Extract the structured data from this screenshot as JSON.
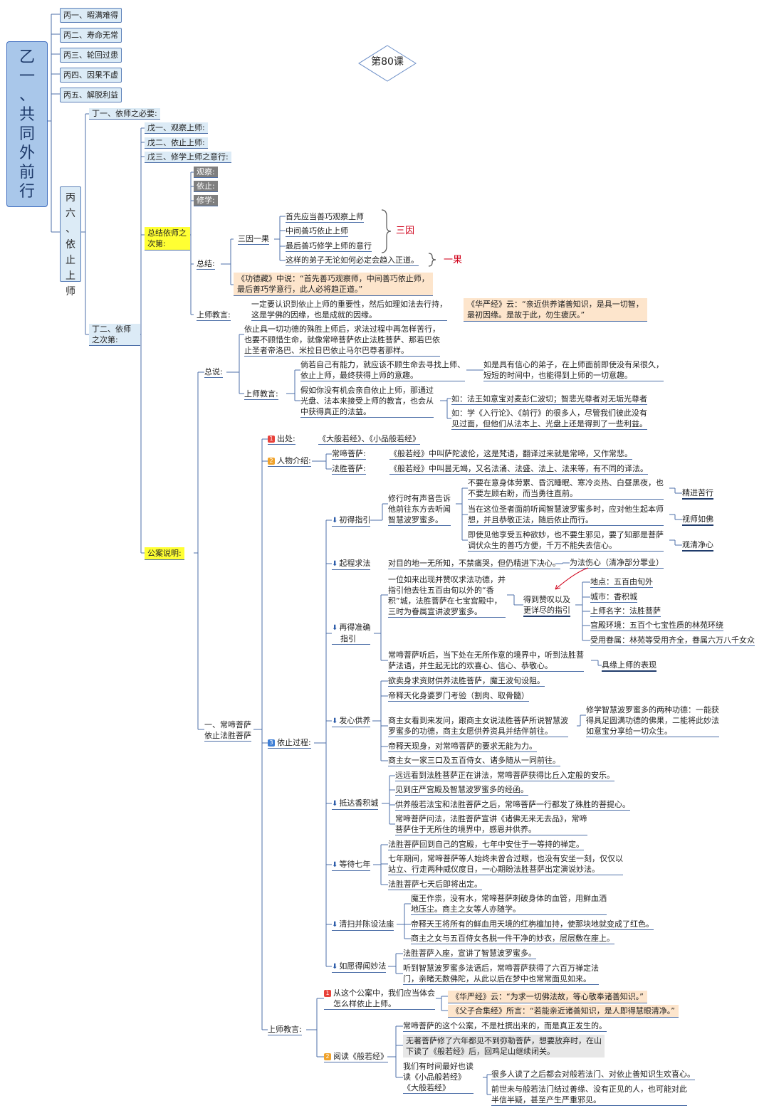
{
  "title": "第80课",
  "left_title": "乙一、共同外前行",
  "bing": [
    "丙一、暇满难得",
    "丙二、寿命无常",
    "丙三、轮回过患",
    "丙四、因果不虚",
    "丙五、解脱利益"
  ],
  "bing6": "丙六、依止上师",
  "ding1": "丁一、依师之必要:",
  "ding2": "丁二、依师之次第:",
  "wu": [
    "戊一、观察上师:",
    "戊二、依止上师:",
    "戊三、修学上师之意行:"
  ],
  "summary": {
    "label": "总结依师之次第:",
    "items": [
      "观察:",
      "依止:",
      "修学:"
    ],
    "zongjie": "总结:",
    "sanyin_label": "三因一果",
    "sanyin": [
      "首先应当善巧观察上师",
      "中间善巧依止上师",
      "最后善巧修学上师的意行"
    ],
    "yiguo": "这样的弟子无论如何必定会趋入正道。",
    "tag_sanyin": "三因",
    "tag_yiguo": "一果",
    "gongde": [
      "《功德藏》中说：“首先善巧观察师，中间善巧依止师，",
      "最后善巧学意行，此人必将趋正道。”"
    ],
    "shangshi_label": "上师教言:",
    "shangshi_text": [
      "一定要认识到依止上师的重要性，然后如理如法去行持，",
      "这是学佛的因缘，也是成就的因缘。"
    ],
    "huayan": [
      "《华严经》云：“亲近供养诸善知识，是具一切智，",
      "最初因缘。是故于此，勿生疲厌。”"
    ]
  },
  "gongan": {
    "label": "公案说明:",
    "zongshuo": "总说:",
    "zongshuo_text": [
      "依止具一切功德的殊胜上师后，求法过程中再怎样苦行，",
      "也要不顾惜生命，就像常啼菩萨依止法胜菩萨、那若巴依",
      "止圣者帝洛巴、米拉日巴依止马尔巴尊者那样。"
    ],
    "jiaoyan_label": "上师教言:",
    "j1": [
      "倘若自己有能力，就应该不顾生命去寻找上师、",
      "依止上师，最终获得上师的意趣。"
    ],
    "j1b": [
      "如是具有信心的弟子，在上师面前即使没有呆很久，",
      "短短的时间中，也能得到上师的一切意趣。"
    ],
    "j2": [
      "假如你没有机会亲自依止上师，那通过",
      "光盘、法本来接受上师的教言，也会从",
      "中获得真正的法益。"
    ],
    "j2a": "如：法王如意宝对麦彭仁波切；智悲光尊者对无垢光尊者",
    "j2b": [
      "如：学《入行论》、《前行》的很多人，尽管我们彼此没有",
      "见过面，但他们从法本上、光盘上还是得到了一些利益。"
    ],
    "case_label": [
      "一、常啼菩萨",
      "依止法胜菩萨"
    ],
    "source_label": "出处:",
    "source": "《大般若经》、《小品般若经》",
    "person_label": "人物介绍:",
    "p1": "常啼菩萨:",
    "p1t": "《般若经》中叫萨陀波伦，这是梵语，翻译过来就是常啼，又作常悲。",
    "p2": "法胜菩萨:",
    "p2t": "《般若经》中叫昙无竭，又名法涌、法盛、法上、法来等，有不同的译法。",
    "process_label": "依止过程:",
    "s1": "初得指引",
    "s1t": [
      "修行时有声音告诉",
      "他前往东方去听闻",
      "智慧波罗蜜多。"
    ],
    "s1a": [
      "不要在意身体劳累、昏沉睡眠、寒冷炎热、白昼黑夜，也",
      "不要左顾右盼，而当勇往直前。"
    ],
    "s1at": "精进苦行",
    "s1b": [
      "当在这位圣者面前听闻智慧波罗蜜多时，应对他生起本师",
      "想，并且恭敬正法，随后依止而行。"
    ],
    "s1bt": "视师如佛",
    "s1c": [
      "即使见他享受五种欲妙，也不要生邪见，要了知那是菩萨",
      "调伏众生的善巧方便，千万不能失去信心。"
    ],
    "s1ct": "观清净心",
    "s2": "起程求法",
    "s2t": "对目的地一无所知，不禁痛哭，但仍精进下决心。",
    "s2n": "为法伤心（清净部分罪业）",
    "s3": [
      "再得准确",
      "指引"
    ],
    "s3t": [
      "一位如来出现并赞叹求法功德，并",
      "指引他去往五百由旬以外的“香",
      "积”城，法胜菩萨在七宝宫殿中，",
      "三时为眷属宣讲波罗蜜多。"
    ],
    "s3g": [
      "得到赞叹以及",
      "更详尽的指引"
    ],
    "s3d": [
      "地点：五百由旬外",
      "城市：香积城",
      "上师名字：法胜菩萨",
      "宫殿环境：五百个七宝性质的林苑环绕",
      "受用眷属：林苑等受用齐全，眷属六万八千女众"
    ],
    "s3e": [
      "常啼菩萨听后，当下处在无所作意的境界中，听到法胜菩",
      "萨法语，并生起无比的欢喜心、信心、恭敬心。"
    ],
    "s3et": "具缘上师的表现",
    "s4": "发心供养",
    "s4a": "欲卖身求资财供养法胜菩萨，魔王波旬设阻。",
    "s4b": "帝释天化身婆罗门考验（割肉、取骨髓）",
    "s4c": [
      "商主女看到来发问，跟商主女说法胜菩萨所说智慧波",
      "罗蜜多的功德，商主女愿供养资具并结伴前往。"
    ],
    "s4cn": [
      "修学智慧波罗蜜多的两种功德：一能获",
      "得具足圆满功德的佛果，二能将此妙法",
      "如意宝分享给一切众生。"
    ],
    "s4d": "帝释天现身，对常啼菩萨的要求无能为力。",
    "s4e": "商主女一家三口及五百侍女、诸多随从一同前往。",
    "s5": "抵达香积城",
    "s5a": "远远看到法胜菩萨正在讲法，常啼菩萨获得比丘入定般的安乐。",
    "s5b": "见到庄严宫殿及智慧波罗蜜多的经函。",
    "s5c": "供养般若法宝和法胜菩萨之后，常啼菩萨一行都发了殊胜的菩提心。",
    "s5d": [
      "常啼菩萨问法，法胜菩萨宣讲《诸佛无来无去品》，常啼",
      "菩萨住于无所住的境界中，感恩并供养。"
    ],
    "s6": "等待七年",
    "s6a": "法胜菩萨回到自己的宫殿，七年中安住于一等持的禅定。",
    "s6b": [
      "七年期间，常啼菩萨等人始终未曾合过眼，也没有安坐一刻，仅仅以",
      "站立、行走两种威仪度日，一心期盼法胜菩萨出定演说妙法。"
    ],
    "s6c": "法胜菩萨七天后即将出定。",
    "s7": "清扫并陈设法座",
    "s7a": [
      "魔王作祟，没有水，常啼菩萨刺破身体的血管，用鲜血洒",
      "地压尘。商主之女等人亦随学。"
    ],
    "s7b": "帝释天王将所有的鲜血用天境的红栴檀加持，使那块地就变成了红色。",
    "s7c": "商主之女与五百侍女各脱一件干净的妙衣，层层敷在座上。",
    "s8": "如愿得闻妙法",
    "s8a": "法胜菩萨入座，宣讲了智慧波罗蜜多。",
    "s8b": [
      "听到智慧波罗蜜多法语后，常啼菩萨获得了六百万禅定法",
      "门，亲睹无数佛陀，从此以后在梦中也常常面见如来。"
    ],
    "teach_label": "上师教言:",
    "t1": [
      "从这个公案中，我们应当体会",
      "怎么样依止上师。"
    ],
    "t1a": "《华严经》云：“为求一切佛法故，等心敬奉诸善知识。”",
    "t1b": "《父子合集经》所言：“若能亲近诸善知识，是人即得慧眼清净。”",
    "t2": "阅读《般若经》",
    "t2a": "常啼菩萨的这个公案，不是杜撰出来的，而是真正发生的。",
    "t2b": [
      "无著菩萨修了六年都见不到弥勒菩萨，想要放弃时，在山",
      "下读了《般若经》后，回鸡足山继续闭关。"
    ],
    "t2c": [
      "我们有时间最好也读",
      "读《小品般若经》",
      "《大般若经》"
    ],
    "t2ca": "很多人读了之后都会对般若法门、对依止善知识生欢喜心。",
    "t2cb": [
      "前世未与般若法门结过善缘、没有正见的人，也可能对此",
      "半信半疑，甚至产生严重邪见。"
    ]
  },
  "markers": {
    "m1": "1",
    "m2": "2",
    "m3": "3",
    "arrow": "⬇"
  }
}
